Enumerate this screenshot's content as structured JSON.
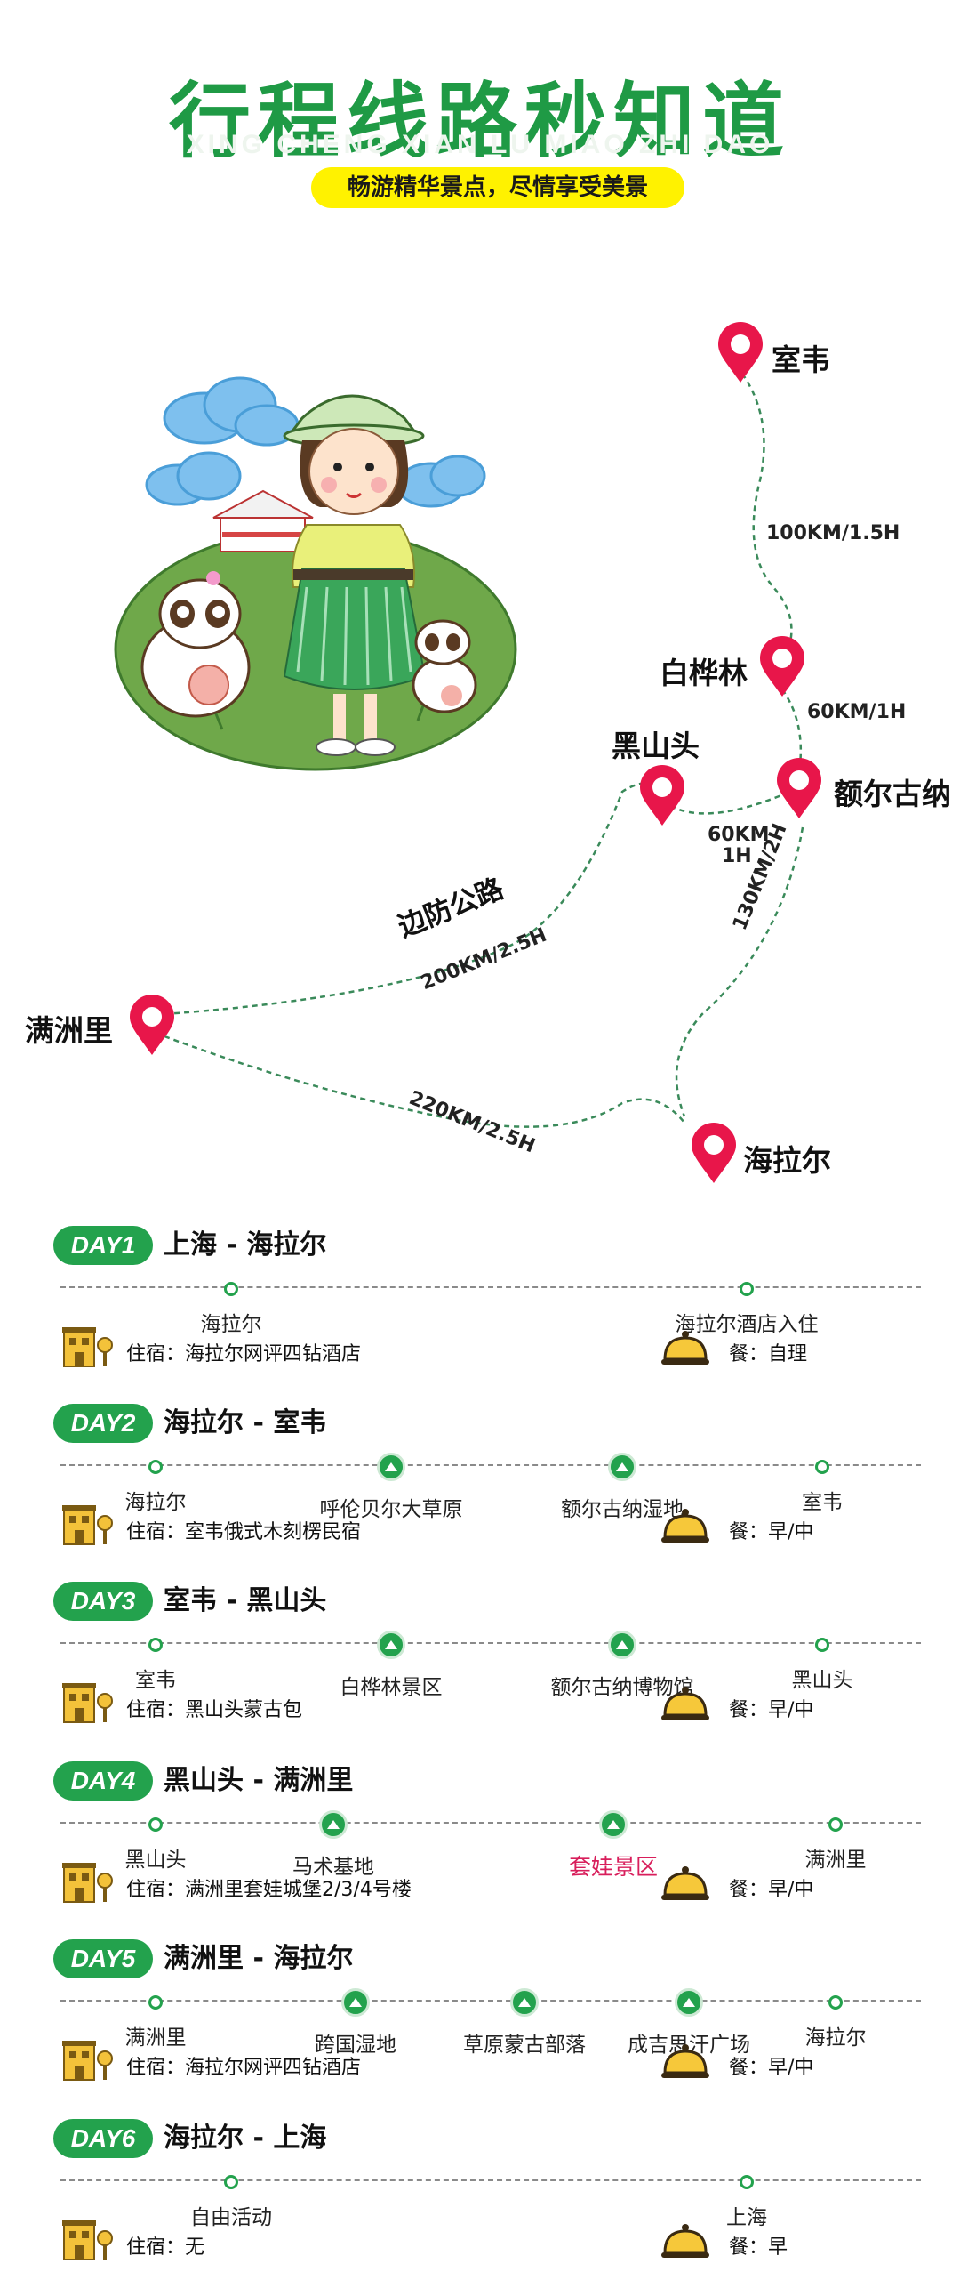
{
  "header": {
    "title": "行程线路秒知道",
    "pinyin": "XING CHENG XIAN LU MIAO ZHI DAO",
    "slogan": "畅游精华景点，尽情享受美景"
  },
  "map": {
    "places": {
      "shiwei": "室韦",
      "baihualin": "白桦林",
      "heishantou": "黑山头",
      "eergunа": "额尔古纳",
      "manzhouli": "满洲里",
      "hailaer": "海拉尔"
    },
    "road_label": "边防公路",
    "distances": {
      "shiwei_baihualin": "100KM/1.5H",
      "baihualin_eerguna": "60KM/1H",
      "heishantou_eerguna_a": "60KM",
      "heishantou_eerguna_b": "1H",
      "manzhouli_heishantou": "200KM/2.5H",
      "eerguna_hailaer": "130KM/2H",
      "manzhouli_hailaer": "220KM/2.5H"
    },
    "colors": {
      "pin": "#e8164a",
      "route": "#3a8a5a"
    }
  },
  "days": [
    {
      "badge": "DAY1",
      "route": "上海 - 海拉尔",
      "stops": [
        {
          "name": "海拉尔",
          "type": "dot"
        },
        {
          "name": "海拉尔酒店入住",
          "type": "dot"
        }
      ],
      "lodging": "住宿：海拉尔网评四钻酒店",
      "meal": "餐：自理"
    },
    {
      "badge": "DAY2",
      "route": "海拉尔 - 室韦",
      "stops": [
        {
          "name": "海拉尔",
          "type": "dot"
        },
        {
          "name": "呼伦贝尔大草原",
          "type": "scenic"
        },
        {
          "name": "额尔古纳湿地",
          "type": "scenic"
        },
        {
          "name": "室韦",
          "type": "dot"
        }
      ],
      "lodging": "住宿：室韦俄式木刻楞民宿",
      "meal": "餐：早/中"
    },
    {
      "badge": "DAY3",
      "route": "室韦 - 黑山头",
      "stops": [
        {
          "name": "室韦",
          "type": "dot"
        },
        {
          "name": "白桦林景区",
          "type": "scenic"
        },
        {
          "name": "额尔古纳博物馆",
          "type": "scenic"
        },
        {
          "name": "黑山头",
          "type": "dot"
        }
      ],
      "lodging": "住宿：黑山头蒙古包",
      "meal": "餐：早/中"
    },
    {
      "badge": "DAY4",
      "route": "黑山头 - 满洲里",
      "stops": [
        {
          "name": "黑山头",
          "type": "dot"
        },
        {
          "name": "马术基地",
          "type": "scenic"
        },
        {
          "name": "套娃景区",
          "type": "scenic",
          "highlight": true
        },
        {
          "name": "满洲里",
          "type": "dot"
        }
      ],
      "lodging": "住宿：满洲里套娃城堡2/3/4号楼",
      "meal": "餐：早/中"
    },
    {
      "badge": "DAY5",
      "route": "满洲里 - 海拉尔",
      "stops": [
        {
          "name": "满洲里",
          "type": "dot"
        },
        {
          "name": "跨国湿地",
          "type": "scenic"
        },
        {
          "name": "草原蒙古部落",
          "type": "scenic"
        },
        {
          "name": "成吉思汗广场",
          "type": "scenic"
        },
        {
          "name": "海拉尔",
          "type": "dot"
        }
      ],
      "lodging": "住宿：海拉尔网评四钻酒店",
      "meal": "餐：早/中"
    },
    {
      "badge": "DAY6",
      "route": "海拉尔 - 上海",
      "stops": [
        {
          "name": "自由活动",
          "type": "dot"
        },
        {
          "name": "上海",
          "type": "dot"
        }
      ],
      "lodging": "住宿：无",
      "meal": "餐：早"
    }
  ]
}
